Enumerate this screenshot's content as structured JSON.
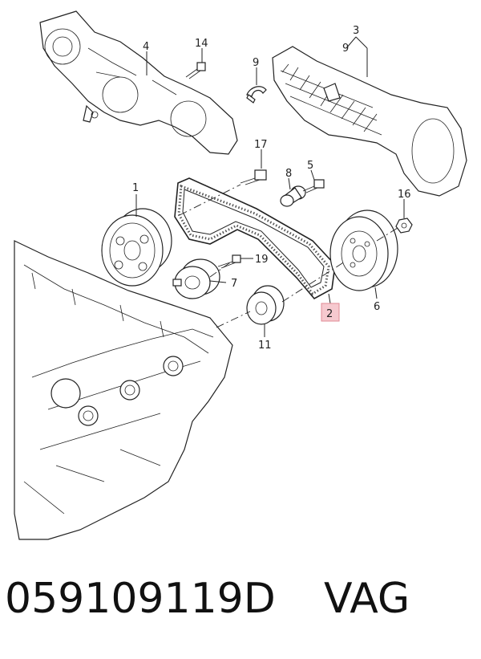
{
  "callouts": [
    {
      "id": "c1",
      "label": "1"
    },
    {
      "id": "c2",
      "label": "2",
      "highlighted": true
    },
    {
      "id": "c3",
      "label": "3"
    },
    {
      "id": "c3a",
      "label": "9"
    },
    {
      "id": "c4",
      "label": "4"
    },
    {
      "id": "c5",
      "label": "5"
    },
    {
      "id": "c6",
      "label": "6"
    },
    {
      "id": "c7",
      "label": "7"
    },
    {
      "id": "c8",
      "label": "8"
    },
    {
      "id": "c9",
      "label": "9"
    },
    {
      "id": "c11",
      "label": "11"
    },
    {
      "id": "c14",
      "label": "14"
    },
    {
      "id": "c16",
      "label": "16"
    },
    {
      "id": "c17",
      "label": "17"
    },
    {
      "id": "c19",
      "label": "19"
    }
  ],
  "footer": {
    "part_number": "059109119D",
    "brand": "VAG"
  },
  "colors": {
    "highlight_fill": "#f6c9cf",
    "highlight_border": "#e08a96",
    "line": "#222222"
  }
}
